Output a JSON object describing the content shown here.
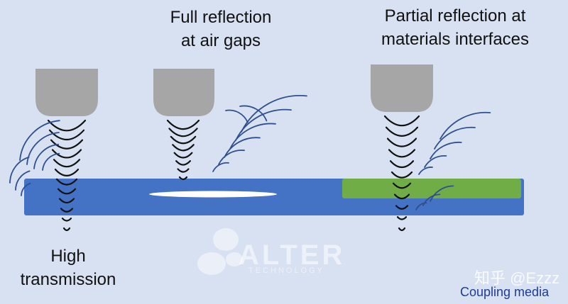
{
  "labels": {
    "high_transmission": "High\ntransmission",
    "full_reflection": "Full reflection\nat air gaps",
    "partial_reflection": "Partial reflection at\nmaterials interfaces",
    "coupling_media": "Coupling media"
  },
  "watermark": {
    "text": "知乎 @Ezzz"
  },
  "logo": {
    "word": "ALTER",
    "sub": "TECHNOLOGY"
  },
  "colors": {
    "background": "#d7e1f1",
    "transducer": "#a6a6a6",
    "substrate": "#4472c4",
    "coupling_layer": "#70ad47",
    "air_gap": "#ffffff",
    "wave": "#111111",
    "reflection": "#2f4f8f"
  }
}
